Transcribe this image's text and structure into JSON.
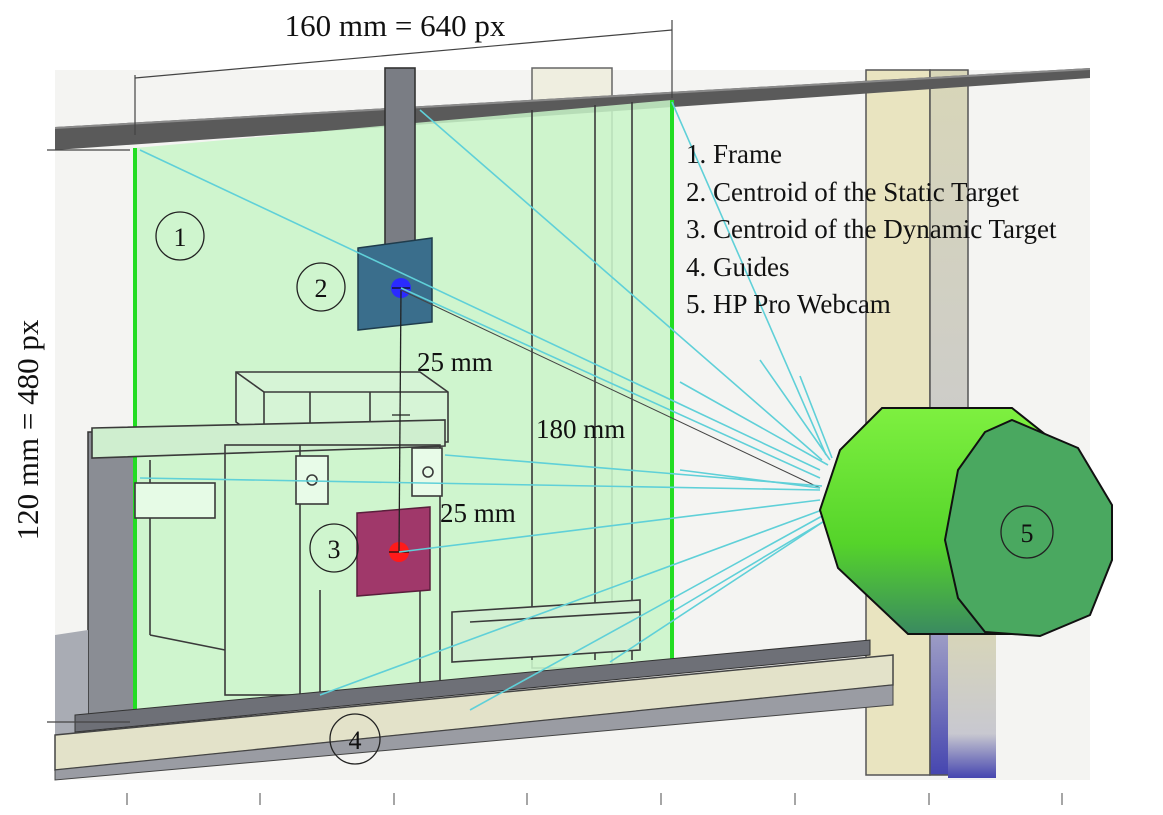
{
  "dimensions": {
    "width_label": "160 mm = 640 px",
    "height_label": "120 mm = 480 px",
    "static_offset": "25 mm",
    "dynamic_offset": "25 mm",
    "camera_distance": "180 mm"
  },
  "callouts": {
    "frame": "1",
    "static_target": "2",
    "dynamic_target": "3",
    "guides": "4",
    "webcam": "5"
  },
  "legend": [
    "1. Frame",
    "2. Centroid of the Static Target",
    "3. Centroid of the Dynamic Target",
    "4. Guides",
    "5. HP Pro Webcam"
  ],
  "colors": {
    "frame_fill": "#c8f5c8",
    "frame_edge": "#22dd22",
    "static_target": "#3a6e8c",
    "dynamic_target": "#a0386a",
    "static_centroid": "#2a2aff",
    "dynamic_centroid": "#ff1a1a",
    "rays": "#5fd0d8",
    "webcam_body": "#66e033",
    "webcam_lens": "#4aa860"
  }
}
